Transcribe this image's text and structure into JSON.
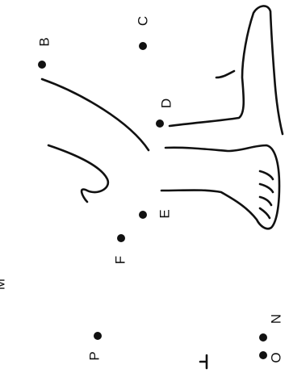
{
  "points": [
    {
      "id": "A",
      "label": "B"
    },
    {
      "id": "C",
      "label": "C"
    },
    {
      "id": "D",
      "label": "D"
    },
    {
      "id": "E",
      "label": "E"
    },
    {
      "id": "F",
      "label": "F"
    },
    {
      "id": "M",
      "label": "M"
    },
    {
      "id": "P",
      "label": "P"
    },
    {
      "id": "N",
      "label": "N"
    },
    {
      "id": "O",
      "label": "O"
    }
  ],
  "colors": {
    "ink": "#111111",
    "background": "#ffffff"
  }
}
